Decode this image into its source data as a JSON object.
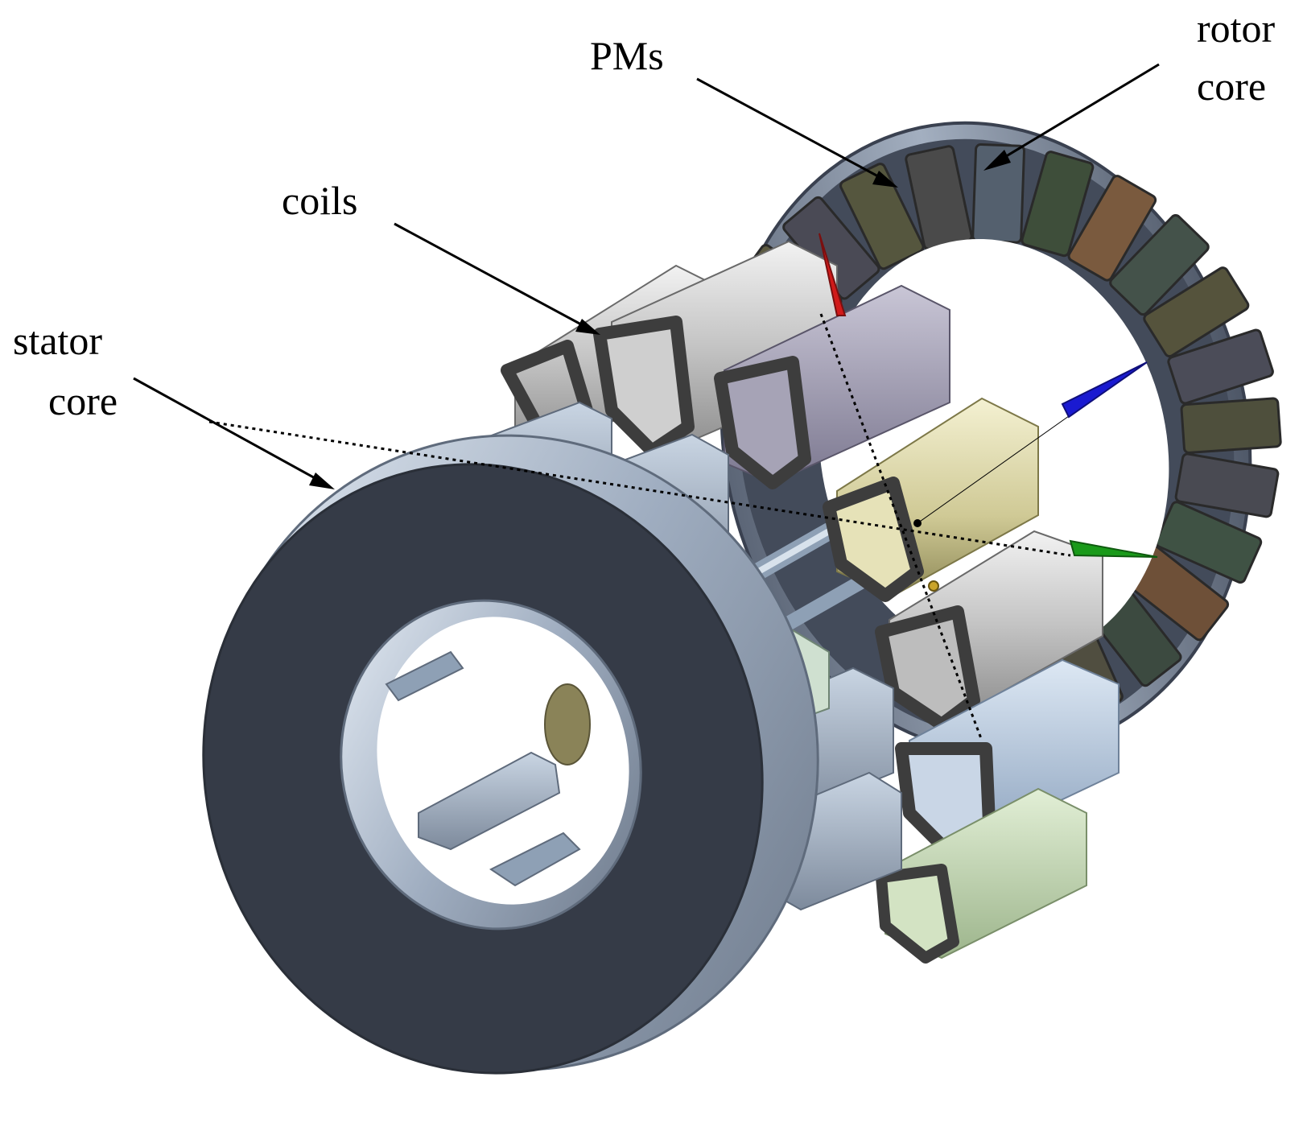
{
  "labels": {
    "rotor_line1": "rotor",
    "rotor_line2": "core",
    "pms": "PMs",
    "coils": "coils",
    "stator_line1": "stator",
    "stator_line2": "core"
  },
  "colors": {
    "stator_face": "#353b47",
    "stator_rim": "#a7b3c3",
    "rotor_ring": "#3a4150",
    "coil_outline": "#3d3d3d",
    "axis_x": "#d11a1a",
    "axis_y": "#1a1ad1",
    "axis_z": "#1a9a1a"
  }
}
